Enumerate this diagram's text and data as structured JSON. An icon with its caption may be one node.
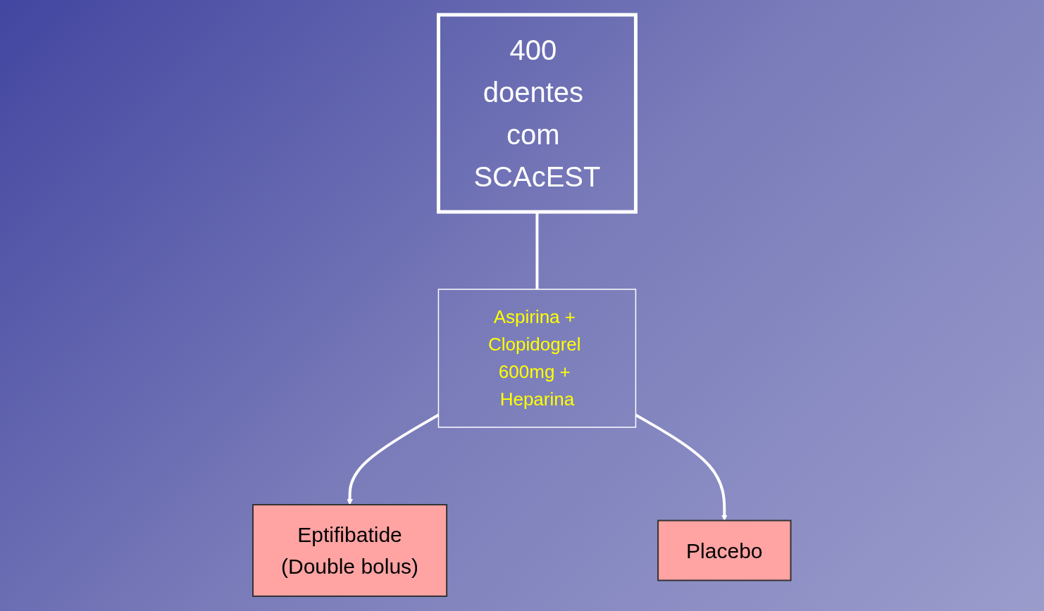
{
  "diagram": {
    "nodes": [
      {
        "text": [
          "400 doentes com SCAcEST"
        ]
      },
      {
        "text": [
          "Aspirina + Clopidogrel 600mg + Heparina"
        ]
      },
      {
        "text": [
          "Eptifibatide",
          "(Double bolus)"
        ]
      },
      {
        "text": [
          "Placebo"
        ]
      }
    ],
    "edges": [
      {
        "from": 0,
        "to": 1,
        "arrow": "none"
      },
      {
        "from": 1,
        "to": 2,
        "arrow": "to"
      },
      {
        "from": 1,
        "to": 3,
        "arrow": "to"
      }
    ]
  }
}
